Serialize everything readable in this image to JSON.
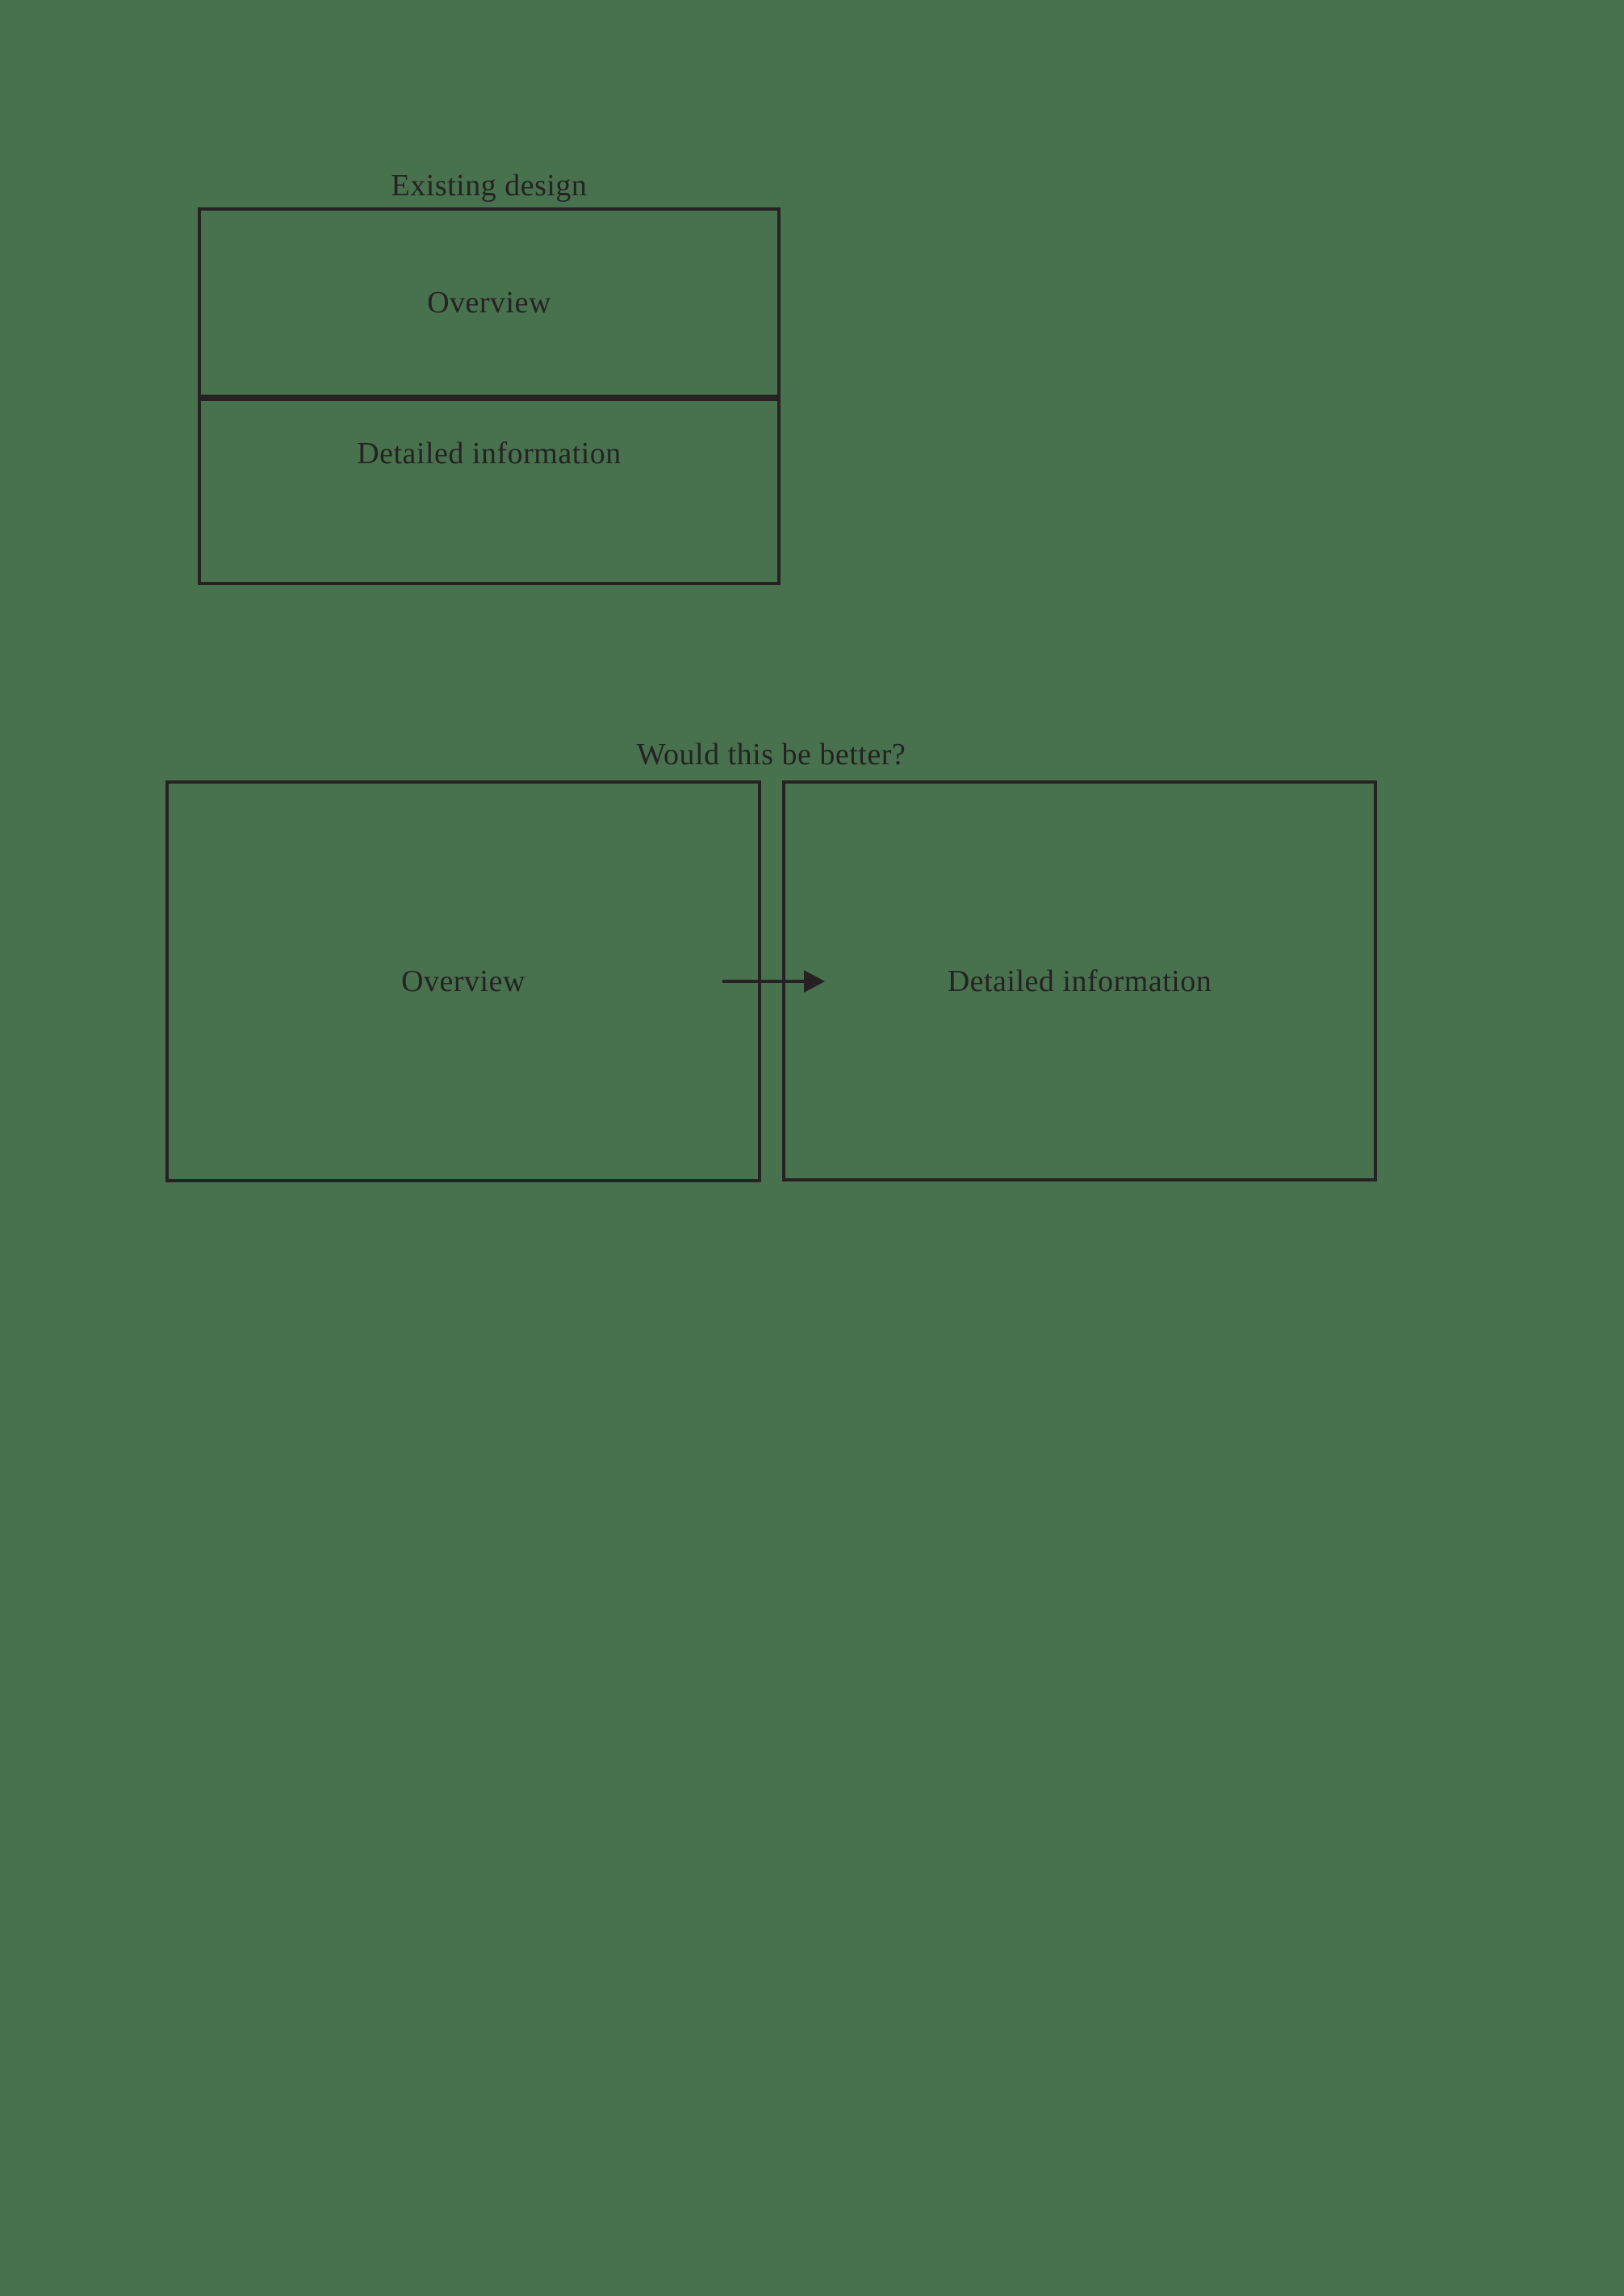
{
  "page": {
    "background_color": "#47724d",
    "ink_color": "#262224"
  },
  "existing_design": {
    "title": "Existing design",
    "panels": [
      {
        "label": "Overview"
      },
      {
        "label": "Detailed information"
      }
    ]
  },
  "proposal": {
    "title": "Would this be better?",
    "left_panel_label": "Overview",
    "right_panel_label": "Detailed information",
    "arrow_icon": "right-arrow-icon"
  }
}
